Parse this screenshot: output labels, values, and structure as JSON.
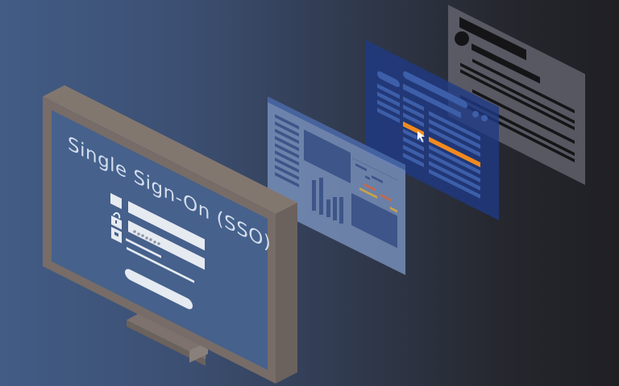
{
  "illustration": {
    "title": "Single Sign-On (SSO)",
    "password_mask": "•••••••",
    "description": "Isometric monitor showing SSO login form with three floating application windows behind it"
  },
  "monitor": {
    "frame_color": "#7d726d",
    "frame_side_color": "#6b615d",
    "screen_color": "#45618c",
    "form_color": "#e6eaf1",
    "icons": [
      "user-icon",
      "lock-icon",
      "folder-icon"
    ]
  },
  "panels": [
    {
      "name": "dashboard-window",
      "color": "#7b93bf",
      "bar_chart_values": [
        9,
        12,
        5,
        7,
        8
      ]
    },
    {
      "name": "list-window",
      "color": "#1f3a86",
      "highlight_color": "#f28a1e"
    },
    {
      "name": "document-window",
      "color": "#6a6a74",
      "text_color": "#151518"
    }
  ]
}
